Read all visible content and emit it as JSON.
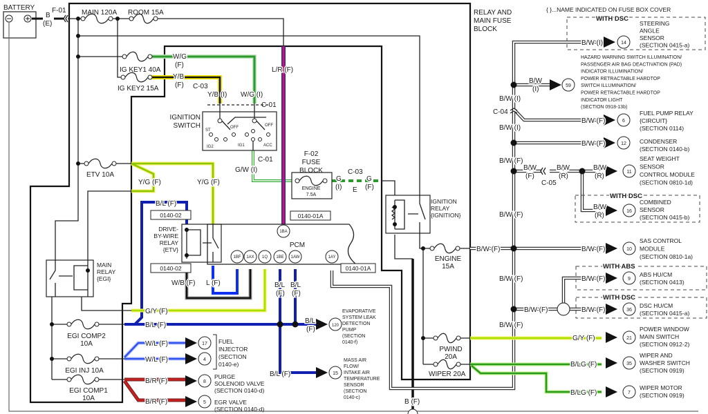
{
  "header": {
    "note": "{ }...NAME INDICATED ON FUSE BOX COVER",
    "block": [
      "RELAY AND",
      "MAIN FUSE",
      "BLOCK"
    ]
  },
  "battery": {
    "label": "BATTERY",
    "wire": "B",
    "wire_code": "(E)",
    "connector": "F-01"
  },
  "fuses": {
    "main": "MAIN 120A",
    "room": "ROOM 15A",
    "ig_key1": "IG KEY1 40A",
    "ig_key2": "IG KEY2 15A",
    "etv": "ETV 10A",
    "egi_comp2": [
      "EGI COMP2",
      "10A"
    ],
    "egi_inj": "EGI INJ 10A",
    "egi_comp1": [
      "EGI COMP1",
      "10A"
    ],
    "engine75": [
      "ENGINE",
      "7.5A"
    ],
    "engine15": [
      "ENGINE",
      "15A"
    ],
    "pwind": [
      "PWIND",
      "20A"
    ],
    "wiper": "WIPER 20A"
  },
  "components": {
    "ign_switch": [
      "IGNITION",
      "SWITCH"
    ],
    "switch_positions": [
      "ST",
      "OFF",
      "OFF",
      "IG2",
      "IG1",
      "ACC"
    ],
    "f02": [
      "F-02",
      "FUSE",
      "BLOCK"
    ],
    "ign_relay": [
      "IGNITION",
      "RELAY",
      "{IGNITION}"
    ],
    "dbw_relay": [
      "DRIVE-",
      "BY-WIRE",
      "RELAY",
      "{ETV}"
    ],
    "main_relay": [
      "MAIN",
      "RELAY",
      "{EGI}"
    ],
    "pcm": "PCM"
  },
  "pins": [
    "1BA",
    "1BF",
    "1AX",
    "1Q",
    "1BE",
    "1AW",
    "1AY"
  ],
  "refs": {
    "pcm_ref": "0140-01A",
    "dbw_ref": "0140-02"
  },
  "connectors": {
    "c01": "C-01",
    "c03": "C-03",
    "c04": "C-04",
    "c05": "C-05",
    "e": "E"
  },
  "wire_labels": [
    "W/G",
    "(F)",
    "Y/B",
    "(F)",
    "Y/B (I)",
    "W/G (I)",
    "G/W (I)",
    "G",
    "(I)",
    "G",
    "(F)",
    "L/R (F)",
    "Y/G (F)",
    "Y/G (F)",
    "B/L (F)",
    "W/B (F)",
    "L (F)",
    "G/Y (F)",
    "B/L (F)",
    "B/L",
    "(F)",
    "B/L",
    "(F)",
    "B/L",
    "(F)",
    "B/L (F)",
    "W/L (F)",
    "W/L (F)",
    "B/R (F)",
    "B/R (F)",
    "B (F)",
    "B/W (F)",
    "B/W (I)",
    "B/W",
    "(I)",
    "B/W (I)",
    "B/W (I)",
    "B/W (F)",
    "B/W (F)",
    "B/W (F)",
    "B/W",
    "(F)",
    "B/W",
    "(R)",
    "B/W",
    "(R)",
    "B/W",
    "(R)",
    "B/W (F)",
    "B/W (F)",
    "B/W (F)",
    "B/W (F)",
    "B/W (F)",
    "B/W (F)",
    "B/W (F)",
    "G/Y (F)",
    "B/LG (F)",
    "B/LG (F)"
  ],
  "option_groups": {
    "with_dsc": "WITH DSC",
    "with_abs": "WITH ABS"
  },
  "destinations": [
    {
      "num": "14",
      "lines": [
        "STEERING",
        "ANGLE",
        "SENSOR",
        "(SECTION 0415-a)"
      ]
    },
    {
      "num": "59",
      "lines": [
        "HAZARD WARNING SWITCH ILLUMINATION/",
        "PASSENGER AIR BAG DEACTIVATION (PAD)",
        "INDICATOR ILLUMINATION/",
        "POWER RETRACTABLE HARDTOP",
        "SWITCH ILLUMINATION/",
        "POWER RETRACTABLE HARDTOP",
        "INDICATOR LIGHT",
        "(SECTION 0918-13b)"
      ]
    },
    {
      "num": "6",
      "lines": [
        "FUEL PUMP RELAY",
        "{CIRCUIT}",
        "(SECTION 0114)"
      ]
    },
    {
      "num": "12",
      "lines": [
        "CONDENSER",
        "(SECTION 0140-b)"
      ]
    },
    {
      "num": "11",
      "lines": [
        "SEAT WEIGHT",
        "SENSOR",
        "CONTROL MODULE",
        "(SECTION 0810-1d)"
      ]
    },
    {
      "num": "16",
      "lines": [
        "COMBINED",
        "SENSOR",
        "(SECTION 0415-b)"
      ]
    },
    {
      "num": "10",
      "lines": [
        "SAS CONTROL",
        "MODULE",
        "(SECTION 0810-1a)"
      ]
    },
    {
      "num": "9",
      "lines": [
        "ABS HU/CM",
        "(SECTION 0413)"
      ]
    },
    {
      "num": "36",
      "lines": [
        "DSC HU/CM",
        "(SECTION 0415-a)"
      ]
    },
    {
      "num": "21",
      "lines": [
        "POWER WINDOW",
        "MAIN SWITCH",
        "(SECTION 0912-2)"
      ]
    },
    {
      "num": "35",
      "lines": [
        "WIPER AND",
        "WASHER SWITCH",
        "(SECTION 0919)"
      ]
    },
    {
      "num": "7",
      "lines": [
        "WIPER MOTOR",
        "(SECTION 0919)"
      ]
    },
    {
      "num": "120",
      "lines": [
        "EVAPORATIVE",
        "SYSTEM LEAK",
        "DETECTION",
        "PUMP",
        "(SECTION",
        "0140-f)"
      ]
    },
    {
      "num": "15",
      "lines": [
        "MASS AIR",
        "FLOW/",
        "INTAKE AIR",
        "TEMPERATURE",
        "SENSOR",
        "(SECTION",
        "0140-c)"
      ]
    },
    {
      "num": "17",
      "lines": [
        "FUEL",
        "INJECTOR",
        "(SECTION",
        "0140-e)"
      ]
    },
    {
      "num": "4",
      "lines": []
    },
    {
      "num": "8",
      "lines": [
        "PURGE",
        "SOLENOID VALVE",
        "(SECTION 0140-d)"
      ]
    },
    {
      "num": "5",
      "lines": [
        "EGR VALVE",
        "(SECTION 0140-d)"
      ]
    }
  ],
  "colors": {
    "W/G": "#2e9a2e",
    "Y/B": "#f2e600",
    "L/R": "#d4106a",
    "Y/G": "#8cc800",
    "B/L": "#1020b0",
    "W/L": "#3050f0",
    "B/R": "#c82020",
    "G/Y": "#a8e000",
    "B/LG": "#3aa820",
    "G": "#2a9a2a"
  }
}
